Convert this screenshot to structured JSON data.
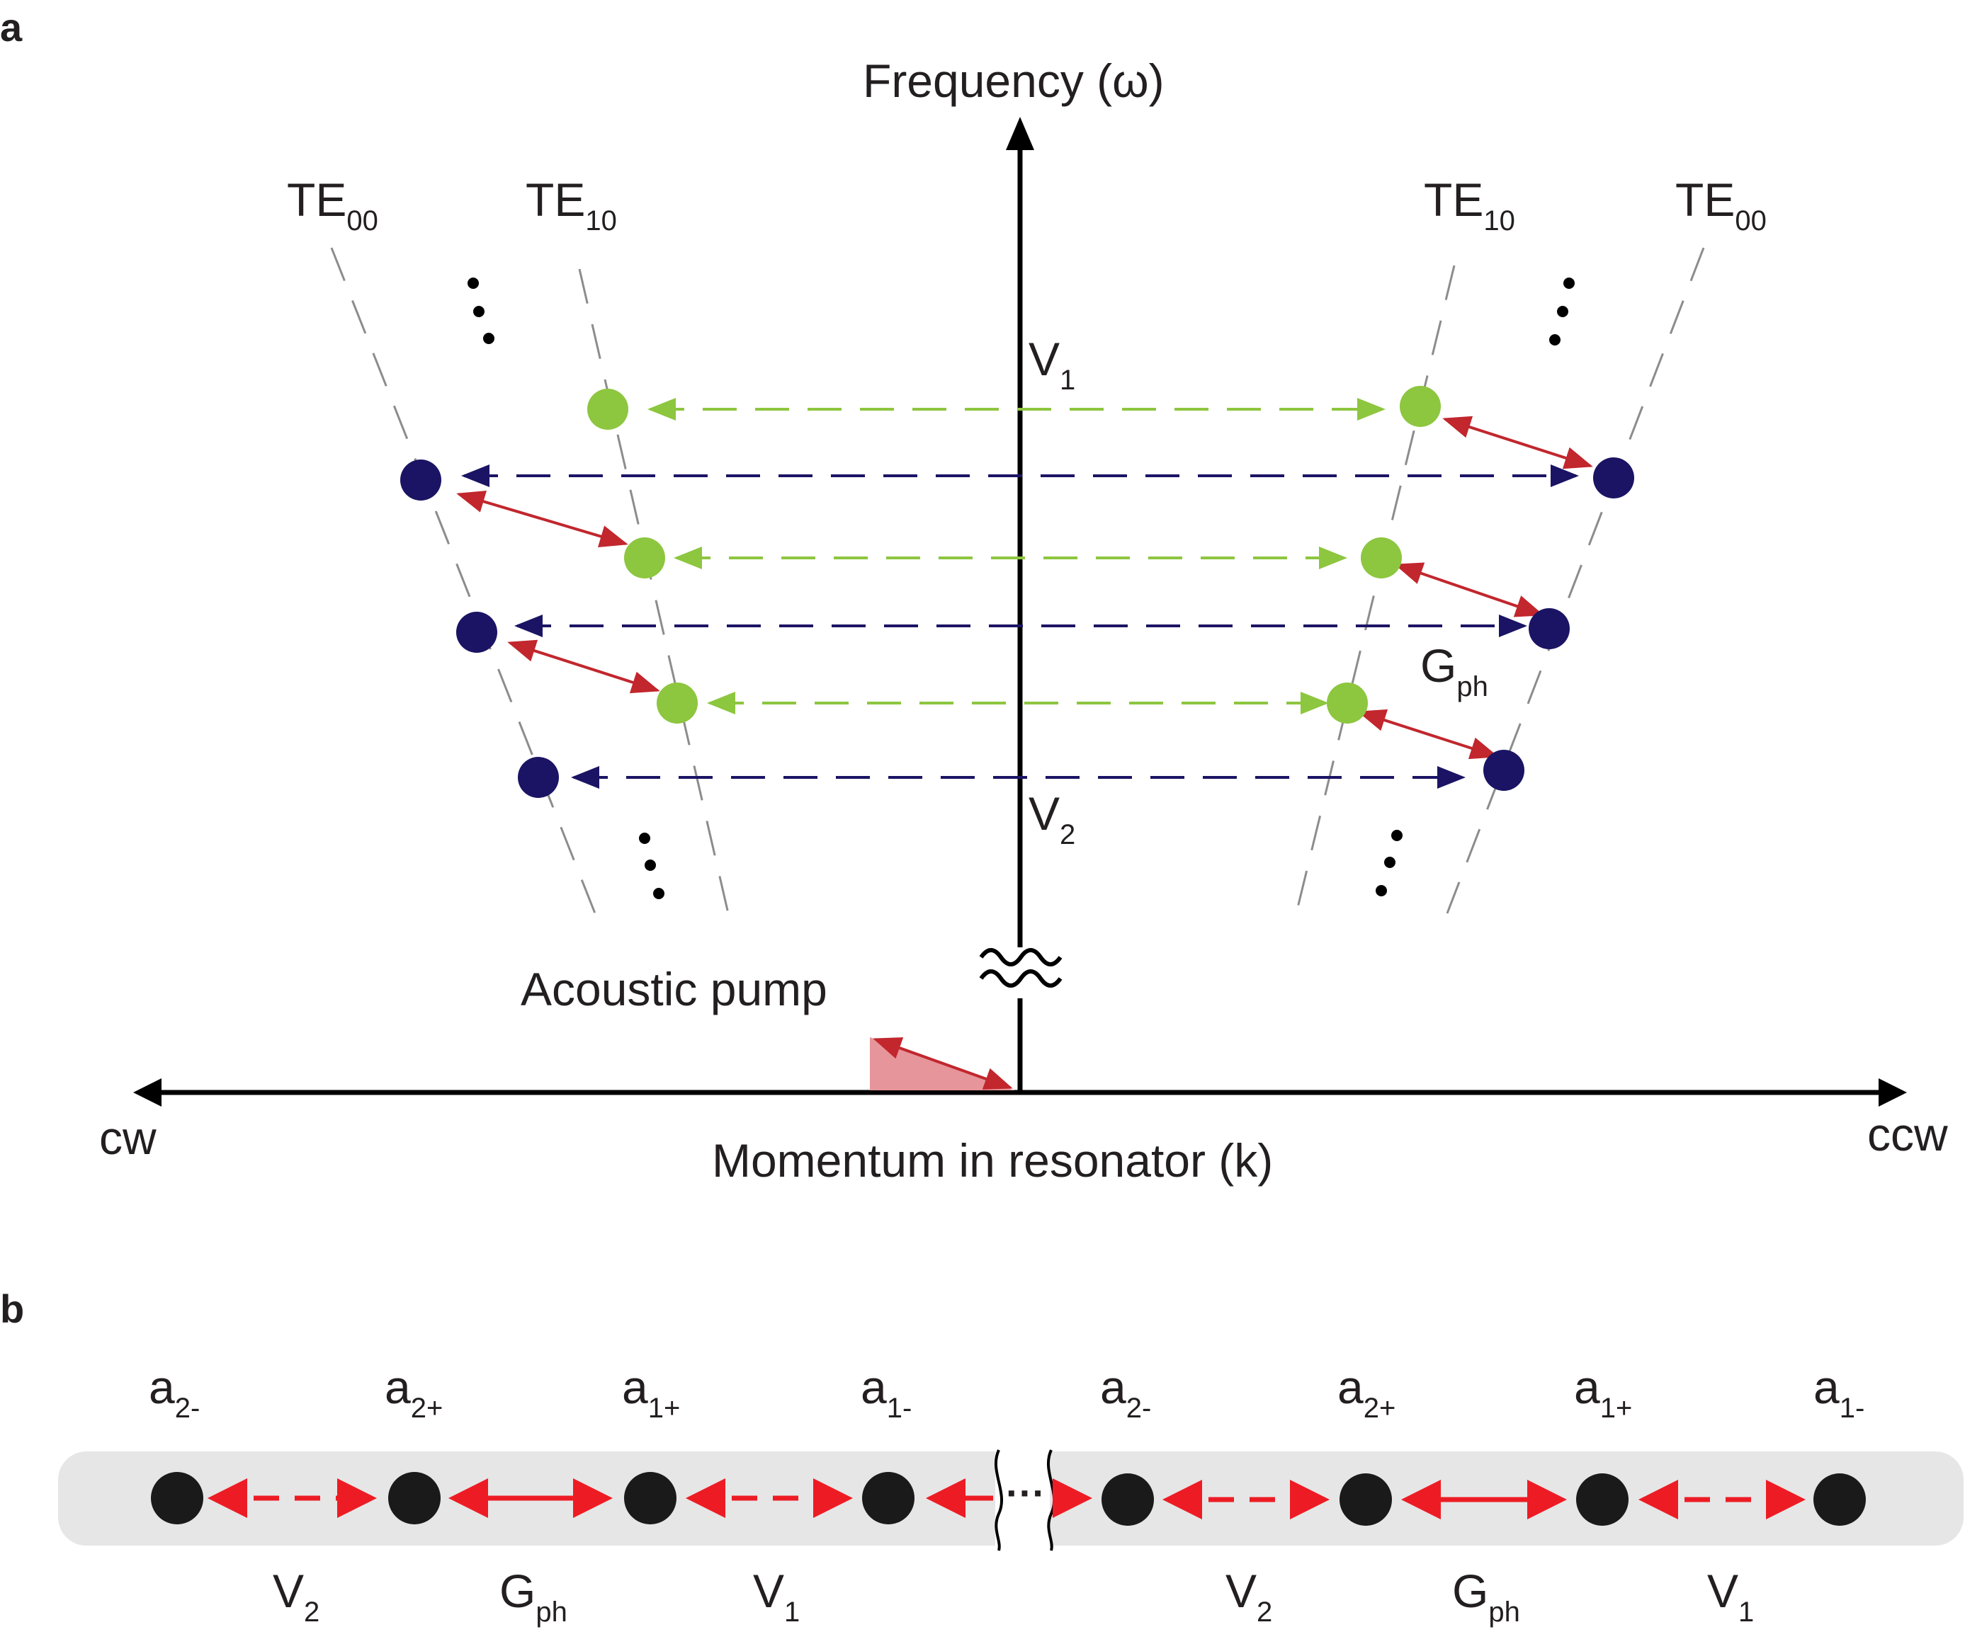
{
  "panel_a": {
    "letter": "a",
    "y_axis_label": "Frequency (ω)",
    "x_axis_label": "Momentum in resonator (k)",
    "left_end_label": "cw",
    "right_end_label": "ccw",
    "pump_label": "Acoustic pump",
    "mode_labels": [
      {
        "name": "TE",
        "sub": "00"
      },
      {
        "name": "TE",
        "sub": "10"
      },
      {
        "name": "TE",
        "sub": "10"
      },
      {
        "name": "TE",
        "sub": "00"
      }
    ],
    "coupling_labels": {
      "v1": {
        "name": "V",
        "sub": "1"
      },
      "v2": {
        "name": "V",
        "sub": "2"
      },
      "gph": {
        "name": "G",
        "sub": "ph"
      }
    }
  },
  "panel_b": {
    "letter": "b",
    "gap_symbol": "···",
    "node_labels": [
      {
        "name": "a",
        "sub": "2-"
      },
      {
        "name": "a",
        "sub": "2+"
      },
      {
        "name": "a",
        "sub": "1+"
      },
      {
        "name": "a",
        "sub": "1-"
      },
      {
        "name": "a",
        "sub": "2-"
      },
      {
        "name": "a",
        "sub": "2+"
      },
      {
        "name": "a",
        "sub": "1+"
      },
      {
        "name": "a",
        "sub": "1-"
      }
    ],
    "link_labels": [
      {
        "name": "V",
        "sub": "2"
      },
      {
        "name": "G",
        "sub": "ph"
      },
      {
        "name": "V",
        "sub": "1"
      },
      {
        "name": "V",
        "sub": "2"
      },
      {
        "name": "G",
        "sub": "ph"
      },
      {
        "name": "V",
        "sub": "1"
      }
    ]
  },
  "colors": {
    "green_mode": "#8dc63f",
    "navy_mode": "#1b1464",
    "coupling_red": "#c1272d",
    "chain_red": "#ed1c24",
    "pump_fill": "#e6959a",
    "band_grey": "#e6e6e6",
    "guide_grey": "#8c8c8c",
    "ink": "#000000"
  }
}
